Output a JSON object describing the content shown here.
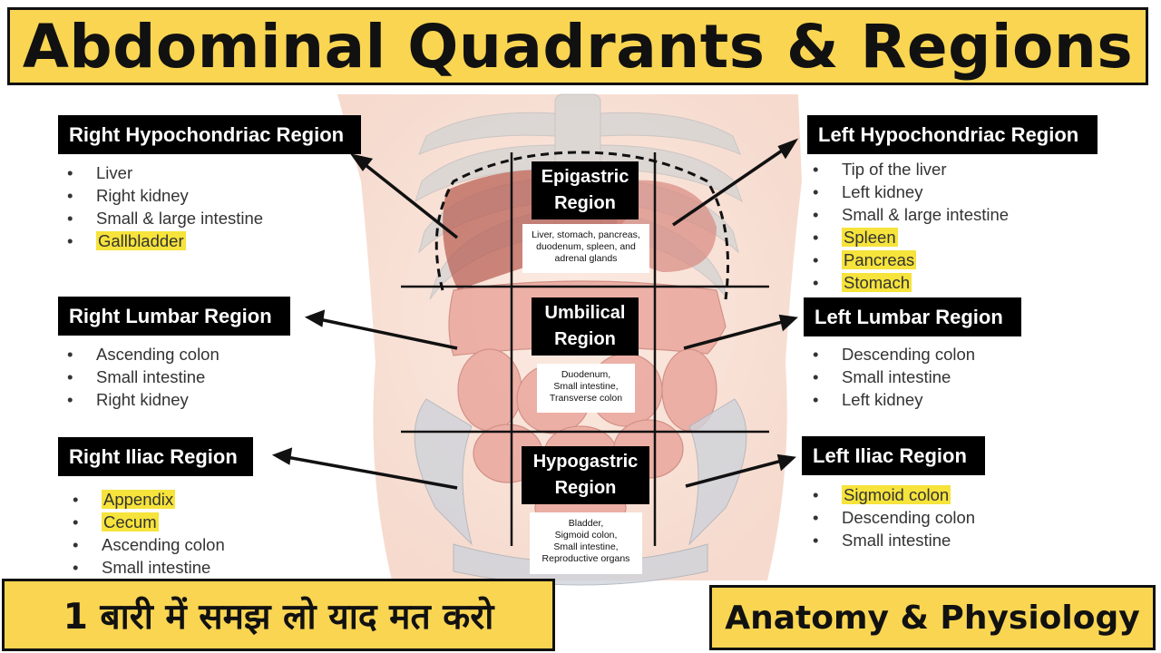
{
  "title": "Abdominal Quadrants & Regions",
  "regions": {
    "right_hypochondriac": {
      "label": "Right Hypochondriac Region",
      "items": [
        {
          "text": "Liver",
          "highlight": false
        },
        {
          "text": "Right kidney",
          "highlight": false
        },
        {
          "text": "Small & large intestine",
          "highlight": false
        },
        {
          "text": "Gallbladder",
          "highlight": true
        }
      ]
    },
    "left_hypochondriac": {
      "label": "Left Hypochondriac Region",
      "items": [
        {
          "text": "Tip of the liver",
          "highlight": false
        },
        {
          "text": "Left kidney",
          "highlight": false
        },
        {
          "text": "Small & large intestine",
          "highlight": false
        },
        {
          "text": "Spleen",
          "highlight": true
        },
        {
          "text": "Pancreas",
          "highlight": true
        },
        {
          "text": "Stomach",
          "highlight": true
        }
      ]
    },
    "right_lumbar": {
      "label": "Right Lumbar Region",
      "items": [
        {
          "text": "Ascending colon",
          "highlight": false
        },
        {
          "text": "Small intestine",
          "highlight": false
        },
        {
          "text": "Right kidney",
          "highlight": false
        }
      ]
    },
    "left_lumbar": {
      "label": "Left Lumbar Region",
      "items": [
        {
          "text": "Descending colon",
          "highlight": false
        },
        {
          "text": "Small intestine",
          "highlight": false
        },
        {
          "text": "Left kidney",
          "highlight": false
        }
      ]
    },
    "right_iliac": {
      "label": "Right Iliac Region",
      "items": [
        {
          "text": "Appendix",
          "highlight": true
        },
        {
          "text": "Cecum",
          "highlight": true
        },
        {
          "text": "Ascending colon",
          "highlight": false
        },
        {
          "text": "Small intestine",
          "highlight": false
        }
      ]
    },
    "left_iliac": {
      "label": "Left Iliac Region",
      "items": [
        {
          "text": "Sigmoid colon",
          "highlight": true
        },
        {
          "text": "Descending colon",
          "highlight": false
        },
        {
          "text": "Small intestine",
          "highlight": false
        }
      ]
    }
  },
  "center": {
    "epigastric": {
      "label_line1": "Epigastric",
      "label_line2": "Region",
      "desc_lines": [
        "Liver, stomach, pancreas,",
        "duodenum, spleen, and",
        "adrenal glands"
      ]
    },
    "umbilical": {
      "label_line1": "Umbilical",
      "label_line2": "Region",
      "desc_lines": [
        "Duodenum,",
        "Small intestine,",
        "Transverse colon"
      ]
    },
    "hypogastric": {
      "label_line1": "Hypogastric",
      "label_line2": "Region",
      "desc_lines": [
        "Bladder,",
        "Sigmoid colon,",
        "Small intestine,",
        "Reproductive organs"
      ]
    }
  },
  "bottom_left": "1 बारी में समझ लो याद मत करो",
  "bottom_right": "Anatomy & Physiology",
  "colors": {
    "banner_yellow": "#f9d552",
    "highlight_yellow": "#f6e33b",
    "label_black": "#000000",
    "organ_pink": "#e9a39a"
  }
}
